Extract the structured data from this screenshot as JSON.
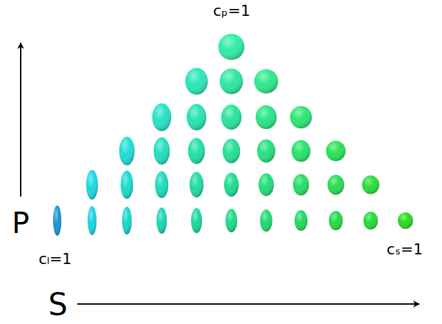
{
  "diagram": {
    "labels": [
      "cₚ=1",
      "P",
      "cₗ=1",
      "S",
      "cₛ=1"
    ]
  }
}
